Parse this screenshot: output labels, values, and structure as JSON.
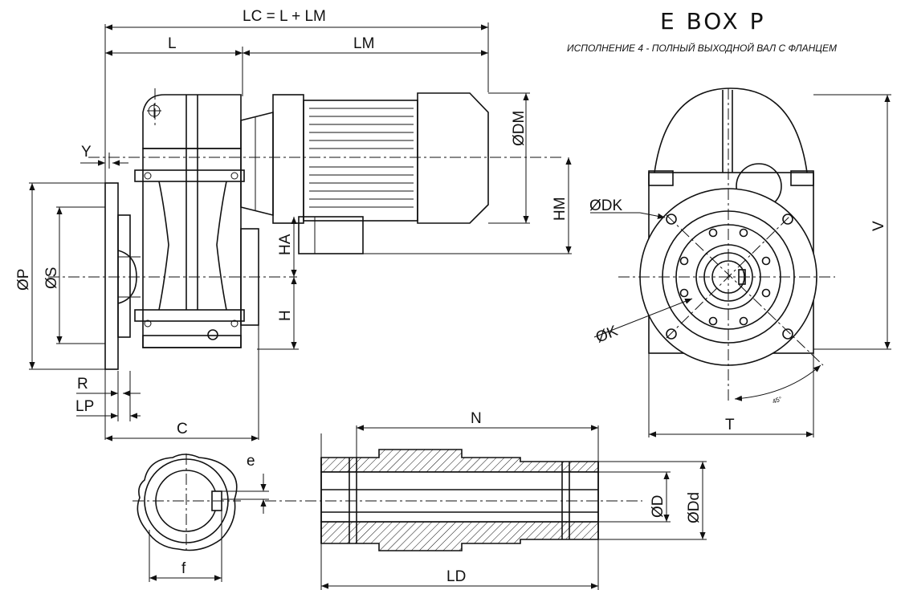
{
  "title": "E BOX P",
  "subtitle": "ИСПОЛНЕНИЕ 4 - ПОЛНЫЙ ВЫХОДНОЙ ВАЛ С ФЛАНЦЕМ",
  "dimensions": {
    "lc": "LC = L + LM",
    "l": "L",
    "lm": "LM",
    "y": "Y",
    "dm": "ØDM",
    "hm": "HM",
    "ha": "HA",
    "h": "H",
    "p": "ØP",
    "s": "ØS",
    "r": "R",
    "lp": "LP",
    "c": "C",
    "dk": "ØDK",
    "k": "ØK",
    "v": "V",
    "t": "T",
    "angle": "45°",
    "n": "N",
    "e": "e",
    "f": "f",
    "d": "ØD",
    "dd": "ØDd",
    "ld": "LD"
  }
}
